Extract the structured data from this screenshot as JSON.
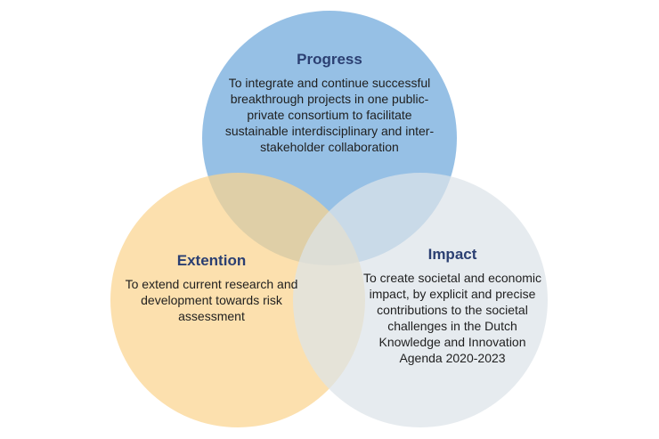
{
  "colors": {
    "progress": "#7fb2df",
    "extention": "#fbd48f",
    "impact": "#dde3e9",
    "title": "#2b3f72",
    "text": "#1f1f1f"
  },
  "circles": {
    "progress": {
      "title": "Progress",
      "description": "To integrate and continue successful breakthrough projects in one public-private consortium to facilitate sustainable interdisciplinary and inter-stakeholder collaboration"
    },
    "extention": {
      "title": "Extention",
      "description": "To extend current research and development towards risk assessment"
    },
    "impact": {
      "title": "Impact",
      "description": "To create societal and economic impact, by explicit and precise contributions to the societal challenges in the Dutch Knowledge and Innovation Agenda 2020-2023"
    }
  }
}
